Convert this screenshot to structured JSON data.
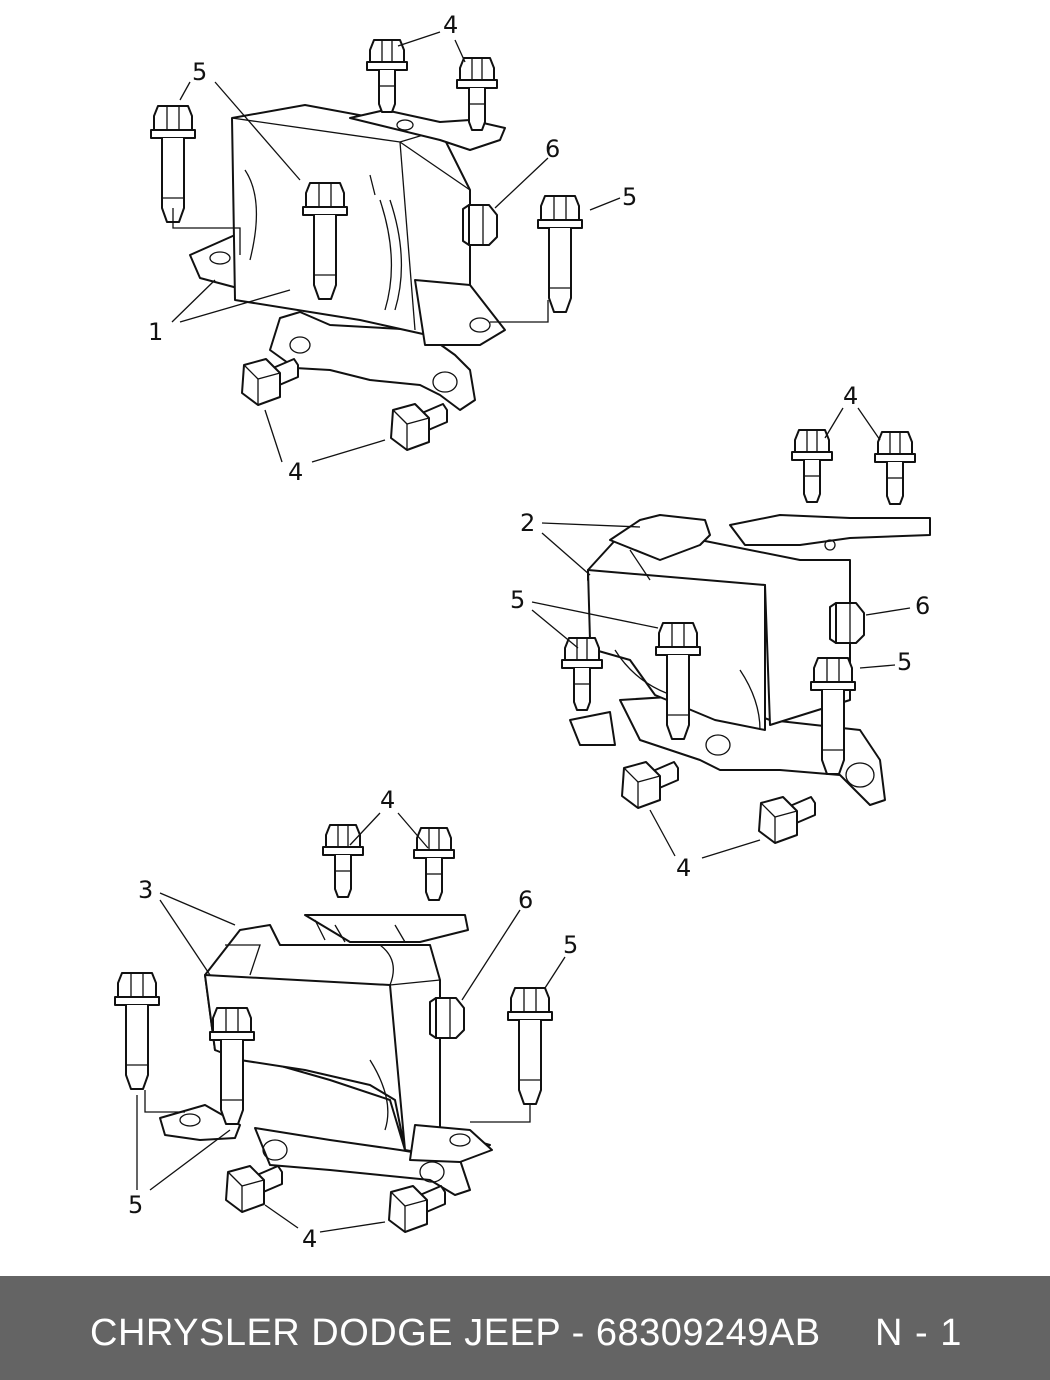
{
  "diagram": {
    "callouts": {
      "a1": "1",
      "a4_top": "4",
      "a4_bottom": "4",
      "a5_left": "5",
      "a5_right": "5",
      "a6": "6",
      "b2": "2",
      "b4_top": "4",
      "b4_bottom": "4",
      "b5_left": "5",
      "b5_right": "5",
      "b6": "6",
      "c3": "3",
      "c4_top": "4",
      "c4_bottom": "4",
      "c5_left": "5",
      "c5_right": "5",
      "c6": "6"
    }
  },
  "footer": {
    "title": "CHRYSLER DODGE JEEP - 68309249AB",
    "page": "N - 1",
    "background": "#646464"
  }
}
